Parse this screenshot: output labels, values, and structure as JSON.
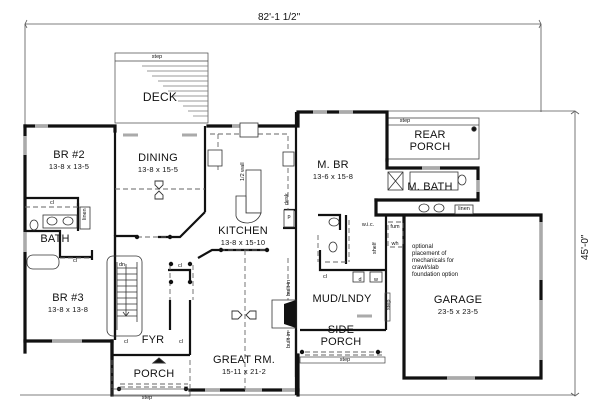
{
  "plan": {
    "overall_width": "82'-1 1/2\"",
    "overall_depth": "45'-0\"",
    "rooms": [
      {
        "id": "deck",
        "name": "DECK",
        "dims": ""
      },
      {
        "id": "br2",
        "name": "BR #2",
        "dims": "13-8 x 13-5"
      },
      {
        "id": "dining",
        "name": "DINING",
        "dims": "13-8 x 15-5"
      },
      {
        "id": "kitchen",
        "name": "KITCHEN",
        "dims": "13-8 x 15-10"
      },
      {
        "id": "mbr",
        "name": "M. BR",
        "dims": "13-6 x 15-8"
      },
      {
        "id": "rear_porch",
        "name": "REAR PORCH",
        "dims": ""
      },
      {
        "id": "mbath",
        "name": "M. BATH",
        "dims": ""
      },
      {
        "id": "bath",
        "name": "BATH",
        "dims": ""
      },
      {
        "id": "br3",
        "name": "BR #3",
        "dims": "13-8 x 13-8"
      },
      {
        "id": "fyr",
        "name": "FYR",
        "dims": ""
      },
      {
        "id": "porch",
        "name": "PORCH",
        "dims": ""
      },
      {
        "id": "great_rm",
        "name": "GREAT RM.",
        "dims": "15-11 x 21-2"
      },
      {
        "id": "mud_lndy",
        "name": "MUD/LNDY",
        "dims": ""
      },
      {
        "id": "side_porch",
        "name": "SIDE PORCH",
        "dims": ""
      },
      {
        "id": "garage",
        "name": "GARAGE",
        "dims": "23-5 x 23-5"
      }
    ],
    "small_labels": {
      "step": "step",
      "closet": "cl",
      "linen": "linen",
      "half_wall": "1/2 wall",
      "desk": "desk",
      "pantry": "p",
      "wic": "w.i.c.",
      "shelf": "shelf",
      "furnace": "fum",
      "water_heater": "wh",
      "dn": "dn",
      "built_in": "built-in",
      "washer": "w",
      "dryer": "d"
    },
    "note": "optional placement of mechanicals for crawl/slab foundation option"
  }
}
